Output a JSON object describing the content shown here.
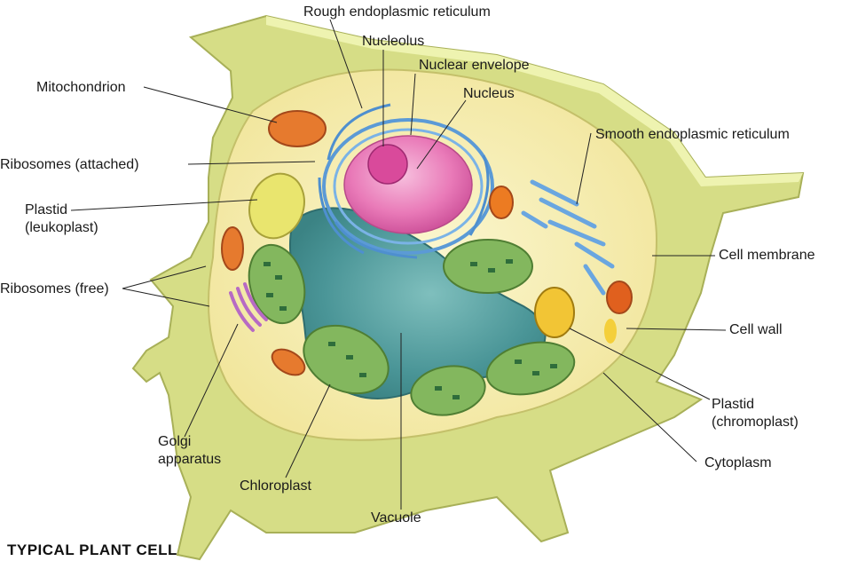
{
  "title": "TYPICAL PLANT CELL",
  "labels": {
    "rough_er": "Rough endoplasmic reticulum",
    "nucleolus": "Nucleolus",
    "nuclear_envelope": "Nuclear envelope",
    "nucleus": "Nucleus",
    "mitochondrion": "Mitochondrion",
    "ribosomes_attached": "Ribosomes (attached)",
    "plastid_leuko_1": "Plastid",
    "plastid_leuko_2": "(leukoplast)",
    "ribosomes_free": "Ribosomes (free)",
    "smooth_er": "Smooth endoplasmic reticulum",
    "cell_membrane": "Cell membrane",
    "cell_wall": "Cell wall",
    "plastid_chromo_1": "Plastid",
    "plastid_chromo_2": "(chromoplast)",
    "cytoplasm": "Cytoplasm",
    "golgi_1": "Golgi",
    "golgi_2": "apparatus",
    "chloroplast": "Chloroplast",
    "vacuole": "Vacuole"
  },
  "colors": {
    "cell_wall": "#d8df8a",
    "cytoplasm": "#f6efb2",
    "vacuole": "#4f9a9c",
    "nucleus": "#e86fb0",
    "chloroplast": "#7fb35a",
    "mitochondrion": "#e0752a",
    "er_blue": "#5b9ad6",
    "leukoplast": "#e6e26a"
  }
}
